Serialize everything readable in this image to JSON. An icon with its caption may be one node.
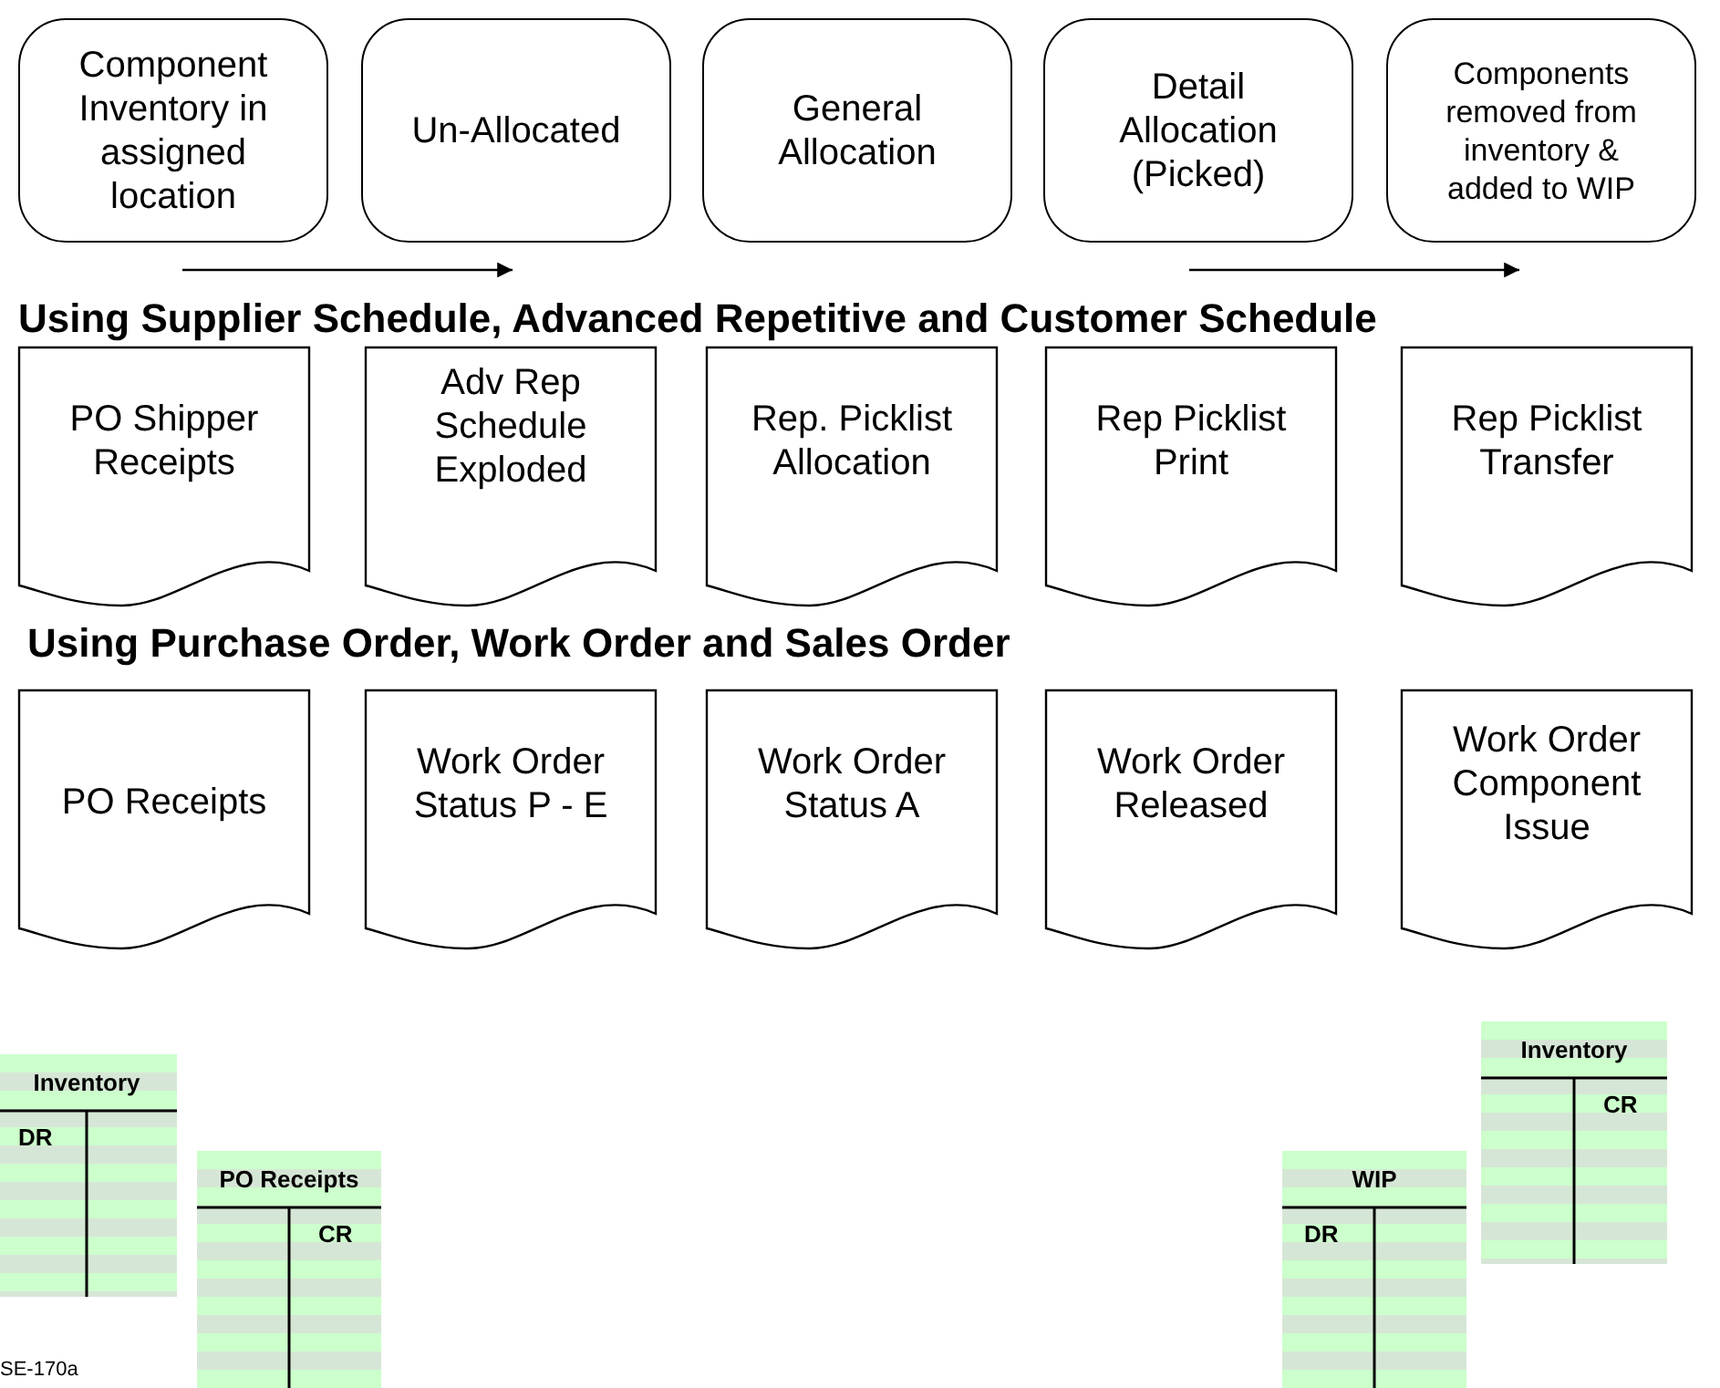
{
  "diagram": {
    "nodes": [
      {
        "text": [
          "Component Inventory in assigned location"
        ]
      },
      {
        "text": [
          "Un-Allocated"
        ]
      },
      {
        "text": [
          "General Allocation"
        ]
      },
      {
        "text": [
          "Detail Allocation (Picked)"
        ]
      },
      {
        "text": [
          "Components removed from inventory & added to WIP"
        ]
      },
      {
        "text": [
          "PO Shipper Receipts"
        ]
      },
      {
        "text": [
          "Adv Rep Schedule Exploded"
        ]
      },
      {
        "text": [
          "Rep. Picklist Allocation"
        ]
      },
      {
        "text": [
          "Rep Picklist Print"
        ]
      },
      {
        "text": [
          "Rep Picklist Transfer"
        ]
      },
      {
        "text": [
          "PO Receipts"
        ]
      },
      {
        "text": [
          "Work Order Status P - E"
        ]
      },
      {
        "text": [
          "Work Order Status A"
        ]
      },
      {
        "text": [
          "Work Order Released"
        ]
      },
      {
        "text": [
          "Work Order Component Issue"
        ]
      },
      {
        "text": [
          "Inventory",
          "DR"
        ]
      },
      {
        "text": [
          "PO Receipts",
          "CR"
        ]
      },
      {
        "text": [
          "WIP",
          "DR"
        ]
      },
      {
        "text": [
          "Inventory",
          "CR"
        ]
      }
    ],
    "edges": [],
    "labels": [
      "Using Supplier Schedule, Advanced Repetitive and Customer Schedule",
      "Using Purchase Order, Work Order and Sales Order",
      "SE-170a"
    ]
  }
}
